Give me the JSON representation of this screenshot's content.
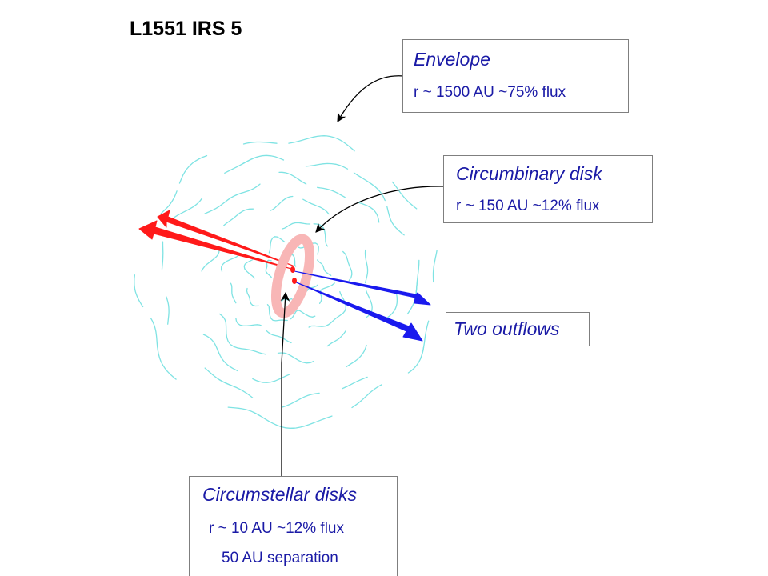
{
  "title": "L1551 IRS 5",
  "labels": {
    "envelope": {
      "title": "Envelope",
      "stats": "r ~ 1500 AU ~75% flux"
    },
    "circumbinary_disk": {
      "title": "Circumbinary disk",
      "stats": "r ~ 150 AU ~12% flux"
    },
    "outflows": {
      "title": "Two outflows"
    },
    "circumstellar_disks": {
      "title": "Circumstellar disks",
      "stats": "r ~ 10 AU  ~12% flux",
      "separation": "50 AU separation"
    }
  },
  "colors": {
    "envelope_lines": "#7fe3e3",
    "disk": "#f8b6b6",
    "red_outflow": "#ff1a1a",
    "blue_outflow": "#1a1aee",
    "label_text": "#1a1aa6",
    "box_border": "#7f7f7f"
  }
}
